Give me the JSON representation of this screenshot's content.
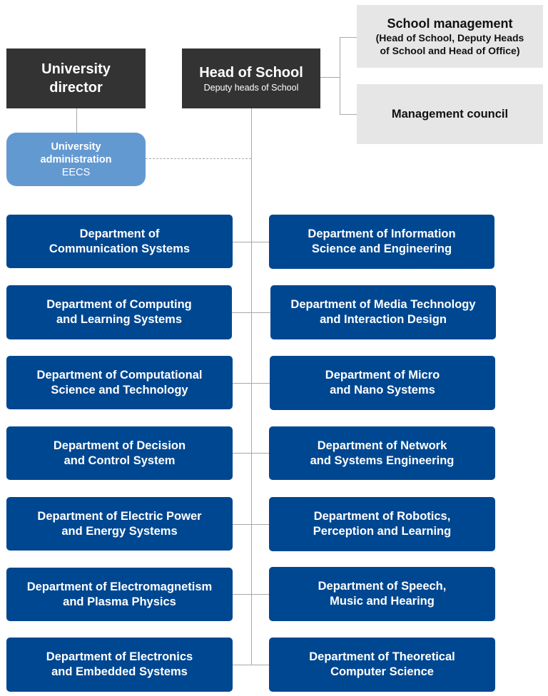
{
  "top": {
    "university_director": "University\ndirector",
    "head_of_school": {
      "title": "Head of School",
      "subtitle": "Deputy heads of School"
    },
    "school_management": {
      "title": "School management",
      "subtitle": "(Head of School, Deputy Heads\nof School and Head of Office)"
    },
    "management_council": "Management council",
    "university_administration": {
      "title": "University\nadministration",
      "subtitle": "EECS"
    }
  },
  "departments": {
    "left": [
      "Department of\nCommunication Systems",
      "Department of Computing\nand Learning Systems",
      "Department of Computational\nScience and Technology",
      "Department of Decision\nand Control System",
      "Department of Electric Power\nand Energy Systems",
      "Department of Electromagnetism\nand Plasma Physics",
      "Department of Electronics\nand Embedded Systems"
    ],
    "right": [
      "Department of Information\nScience and Engineering",
      "Department of Media Technology\nand Interaction Design",
      "Department of Micro\nand Nano Systems",
      "Department of Network\nand Systems Engineering",
      "Department of Robotics,\nPerception and Learning",
      "Department of Speech,\nMusic and Hearing",
      "Department of Theoretical\nComputer Science"
    ]
  },
  "colors": {
    "dark_box": "#333333",
    "grey_box": "#e6e6e6",
    "admin_box": "#6399d1",
    "department_box": "#004791",
    "connector": "#a8a8a8"
  }
}
